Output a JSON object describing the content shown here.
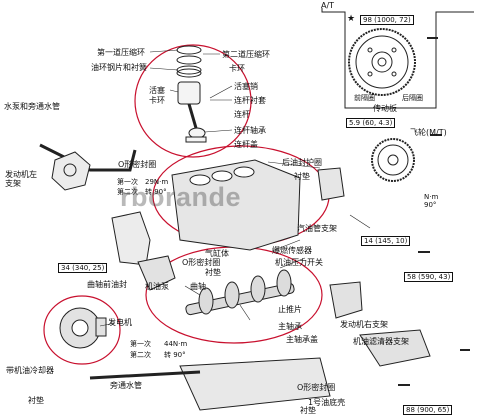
{
  "header": {
    "at": "A/T"
  },
  "watermark": "rborande",
  "labels": {
    "ring1": "第一道压缩环",
    "ring2": "第二道压缩环",
    "oil_ring": "油环钢片和衬簧",
    "circlip": "卡环",
    "piston": "活塞",
    "piston_pin": "活塞销",
    "conrod_bushing": "连杆衬套",
    "circlip2": "卡环",
    "conrod": "连杆",
    "conrod_bearing": "连杆轴承",
    "conrod_cap": "连杆盖",
    "water_pump": "水泵和旁通水管",
    "oring_1": "O形密封圈",
    "first_pass_1": "第一次",
    "first_torque_1": "29N·m",
    "second_pass_1": "第二次",
    "second_torque_1": "转 90°",
    "engine_left_mount": "发动机左支架",
    "rear_oil_seal": "后油封护圈",
    "gasket_1": "衬垫",
    "n_m_90": "N·m 90°",
    "front_cover": "前隔圈",
    "rear_cover": "后隔圈",
    "drive_plate": "传动板",
    "flywheel": "飞轮(M/T)",
    "oil_pipe_bracket": "汽油管支架",
    "cylinder_block": "气缸体",
    "knock_sensor": "爆燃传感器",
    "oil_pressure_switch": "机油压力开关",
    "oring_2": "O形密封圈",
    "front_oil_seal": "曲轴前油封",
    "oil_pump": "机油泵",
    "crankshaft": "曲轴",
    "thrust_washer": "止推片",
    "alternator": "发电机",
    "main_bearing": "主轴承",
    "main_cap": "主轴承盖",
    "engine_right_mount": "发动机右支架",
    "oil_filter_bracket": "机油滤清器支架",
    "first_pass_2": "第一次",
    "first_torque_2": "44N·m",
    "second_pass_2": "第二次",
    "second_torque_2": "转 90°",
    "oil_cooler": "带机油冷却器",
    "bypass_pipe": "旁通水管",
    "gasket_2": "衬垫",
    "gasket_3": "衬垫",
    "oring_3": "O形密封圈",
    "oil_pan": "1号油底壳",
    "gasket_4": "衬垫"
  },
  "torque_specs": {
    "t98": "98 (1000, 72)",
    "t59": "5.9 (60, 4.3)",
    "t14": "14 (145, 10)",
    "t34": "34 (340, 25)",
    "t58": "58 (590, 43)",
    "t88": "88 (900, 65)"
  },
  "icons": [
    "non-reusable-star-icon",
    "bolt-icon",
    "piston-rings-icon",
    "flywheel-icon",
    "drive-plate-icon",
    "crankshaft-icon"
  ]
}
